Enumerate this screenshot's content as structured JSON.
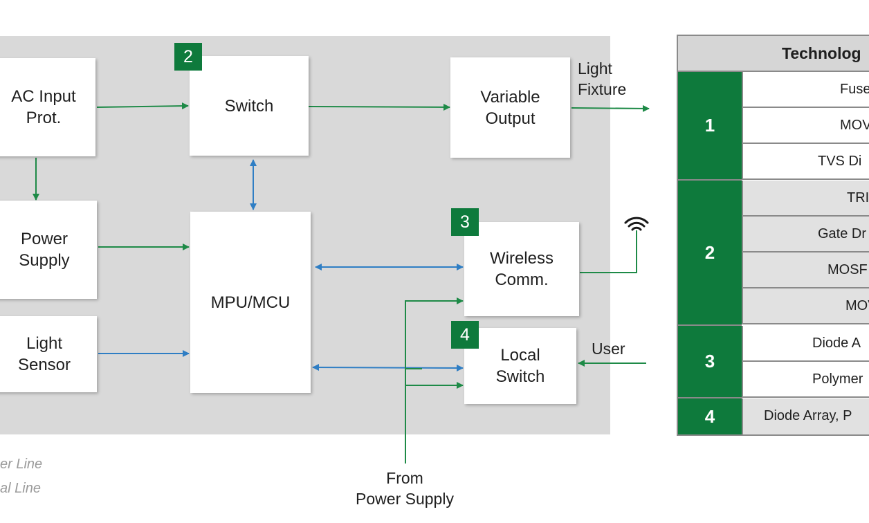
{
  "blocks": {
    "ac_input": "AC Input\nProt.",
    "switch": "Switch",
    "variable_output": "Variable\nOutput",
    "power_supply": "Power\nSupply",
    "mpu": "MPU/MCU",
    "wireless": "Wireless\nComm.",
    "light_sensor": "Light\nSensor",
    "local_switch": "Local\nSwitch"
  },
  "badges": {
    "b2": "2",
    "b3": "3",
    "b4": "4"
  },
  "labels": {
    "light_fixture": "Light\nFixture",
    "user": "User",
    "from_power_supply": "From\nPower Supply"
  },
  "legend": {
    "power_line": "er Line",
    "signal_line": "al Line"
  },
  "colors": {
    "power_line": "#1e8a47",
    "signal_line": "#2f7ec4",
    "badge": "#0e7a3c"
  },
  "table": {
    "header": "Technolog",
    "groups": [
      {
        "number": "1",
        "items": [
          "Fuse",
          "MOV",
          "TVS Di"
        ]
      },
      {
        "number": "2",
        "items": [
          "TRIA",
          "Gate Dr",
          "MOSF",
          "MOV"
        ]
      },
      {
        "number": "3",
        "items": [
          "Diode A",
          "Polymer"
        ]
      },
      {
        "number": "4",
        "items": [
          "Diode Array, P"
        ]
      }
    ]
  }
}
